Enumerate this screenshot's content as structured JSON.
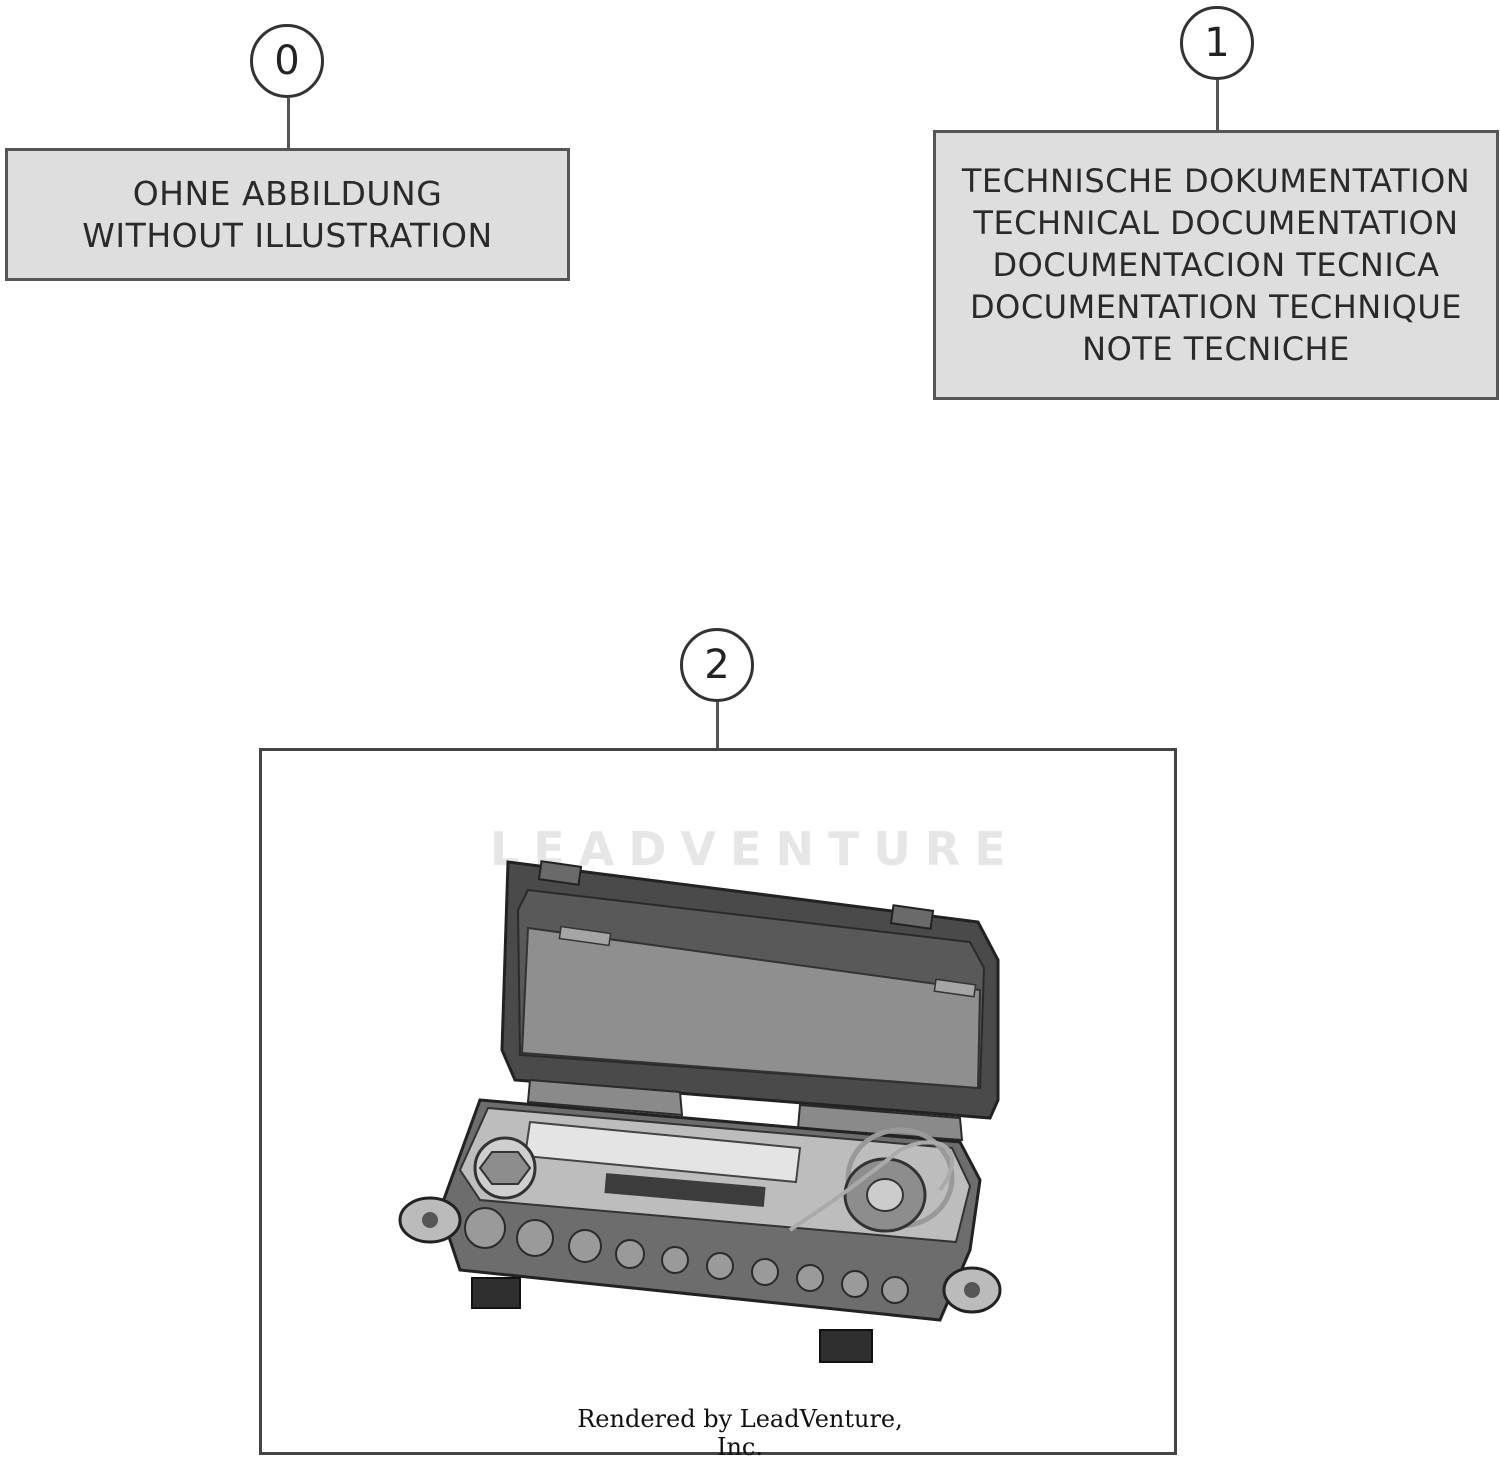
{
  "callouts": [
    {
      "number": "0"
    },
    {
      "number": "1"
    },
    {
      "number": "2"
    }
  ],
  "box0": {
    "lines": [
      "OHNE ABBILDUNG",
      "WITHOUT ILLUSTRATION"
    ]
  },
  "box1": {
    "lines": [
      "TECHNISCHE DOKUMENTATION",
      "TECHNICAL DOCUMENTATION",
      "DOCUMENTACION TECNICA",
      "DOCUMENTATION TECHNIQUE",
      "NOTE TECNICHE"
    ]
  },
  "watermark": "LEADVENTURE",
  "credit": "Rendered by LeadVenture, Inc.",
  "colors": {
    "label_fill": "#dedede",
    "border": "#555555",
    "toolkit_dark": "#4a4a4a",
    "toolkit_mid": "#8a8a8a",
    "toolkit_light": "#bdbdbd"
  }
}
